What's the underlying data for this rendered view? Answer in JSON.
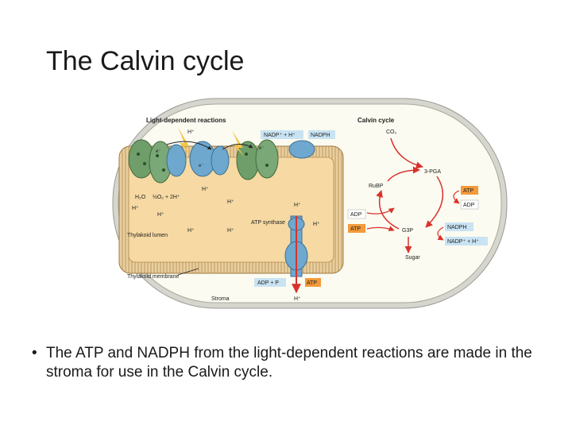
{
  "slide": {
    "title": "The Calvin cycle",
    "bullet_marker": "•",
    "bullet_text": "The ATP and NADPH from the light-dependent reactions are made in the stroma for use in the Calvin cycle."
  },
  "diagram": {
    "light_reactions_title": "Light-dependent reactions",
    "calvin_title": "Calvin cycle",
    "co2": "CO₂",
    "pga": "3-PGA",
    "rubp": "RuBP",
    "g3p": "G3P",
    "sugar": "Sugar",
    "atp_right": "ATP",
    "adp_right": "ADP",
    "nadph_right": "NADPH",
    "nadp_right": "NADP⁺ + H⁺",
    "adp_left": "ADP",
    "atp_left": "ATP",
    "nadp_top": "NADP⁺ + H⁺",
    "nadph_top": "NADPH",
    "water": "H₂O",
    "oxygen": "½O₂ + 2H⁺",
    "atp_synthase": "ATP synthase",
    "thylakoid_lumen": "Thylakoid lumen",
    "thylakoid_membrane": "Thylakoid membrane",
    "adp_p": "ADP + P",
    "atp_bottom": "ATP",
    "stroma": "Stroma",
    "hplus": "H⁺",
    "electron": "e⁻",
    "colors": {
      "stroma_fill": "#fbfbf1",
      "membrane": "#d9b98a",
      "lumen": "#f6d9a3",
      "protein_green": "#6f9e6b",
      "protein_blue": "#6ea8cf",
      "arrow_red": "#d9322b",
      "atp_box": "#f39a3a",
      "nadp_box": "#c9e3f3"
    }
  }
}
